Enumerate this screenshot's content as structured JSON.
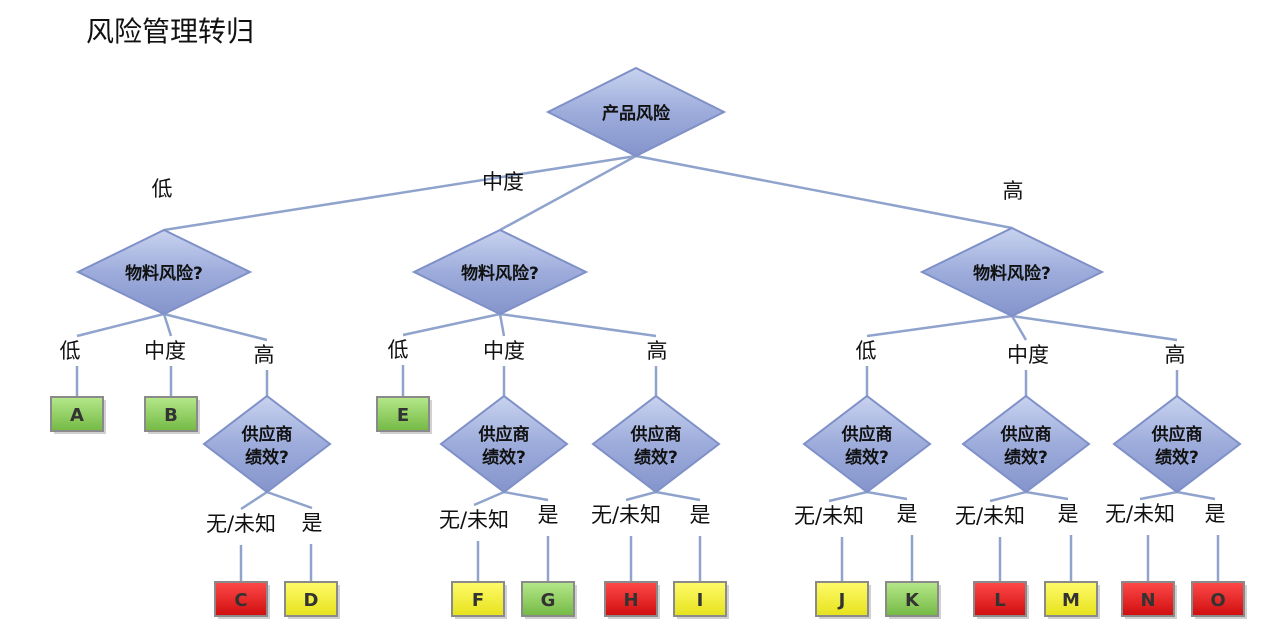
{
  "title": "风险管理转归",
  "colors": {
    "green": "#8fd15a",
    "red": "#e21a1a",
    "yellow": "#f2ef2e",
    "diamond": "#9aa9d8",
    "line": "#8fa3cc"
  },
  "root": {
    "question": "产品风险",
    "branches": [
      {
        "label": "低",
        "question": "物料风险?",
        "branches": [
          {
            "label": "低",
            "result": {
              "letter": "A",
              "color": "green"
            }
          },
          {
            "label": "中度",
            "result": {
              "letter": "B",
              "color": "green"
            }
          },
          {
            "label": "高",
            "question": [
              "供应商",
              "绩效?"
            ],
            "branches": [
              {
                "label": "无/未知",
                "result": {
                  "letter": "C",
                  "color": "red"
                }
              },
              {
                "label": "是",
                "result": {
                  "letter": "D",
                  "color": "yellow"
                }
              }
            ]
          }
        ]
      },
      {
        "label": "中度",
        "question": "物料风险?",
        "branches": [
          {
            "label": "低",
            "result": {
              "letter": "E",
              "color": "green"
            }
          },
          {
            "label": "中度",
            "question": [
              "供应商",
              "绩效?"
            ],
            "branches": [
              {
                "label": "无/未知",
                "result": {
                  "letter": "F",
                  "color": "yellow"
                }
              },
              {
                "label": "是",
                "result": {
                  "letter": "G",
                  "color": "green"
                }
              }
            ]
          },
          {
            "label": "高",
            "question": [
              "供应商",
              "绩效?"
            ],
            "branches": [
              {
                "label": "无/未知",
                "result": {
                  "letter": "H",
                  "color": "red"
                }
              },
              {
                "label": "是",
                "result": {
                  "letter": "I",
                  "color": "yellow"
                }
              }
            ]
          }
        ]
      },
      {
        "label": "高",
        "question": "物料风险?",
        "branches": [
          {
            "label": "低",
            "question": [
              "供应商",
              "绩效?"
            ],
            "branches": [
              {
                "label": "无/未知",
                "result": {
                  "letter": "J",
                  "color": "yellow"
                }
              },
              {
                "label": "是",
                "result": {
                  "letter": "K",
                  "color": "green"
                }
              }
            ]
          },
          {
            "label": "中度",
            "question": [
              "供应商",
              "绩效?"
            ],
            "branches": [
              {
                "label": "无/未知",
                "result": {
                  "letter": "L",
                  "color": "red"
                }
              },
              {
                "label": "是",
                "result": {
                  "letter": "M",
                  "color": "yellow"
                }
              }
            ]
          },
          {
            "label": "高",
            "question": [
              "供应商",
              "绩效?"
            ],
            "branches": [
              {
                "label": "无/未知",
                "result": {
                  "letter": "N",
                  "color": "red"
                }
              },
              {
                "label": "是",
                "result": {
                  "letter": "O",
                  "color": "red"
                }
              }
            ]
          }
        ]
      }
    ]
  }
}
